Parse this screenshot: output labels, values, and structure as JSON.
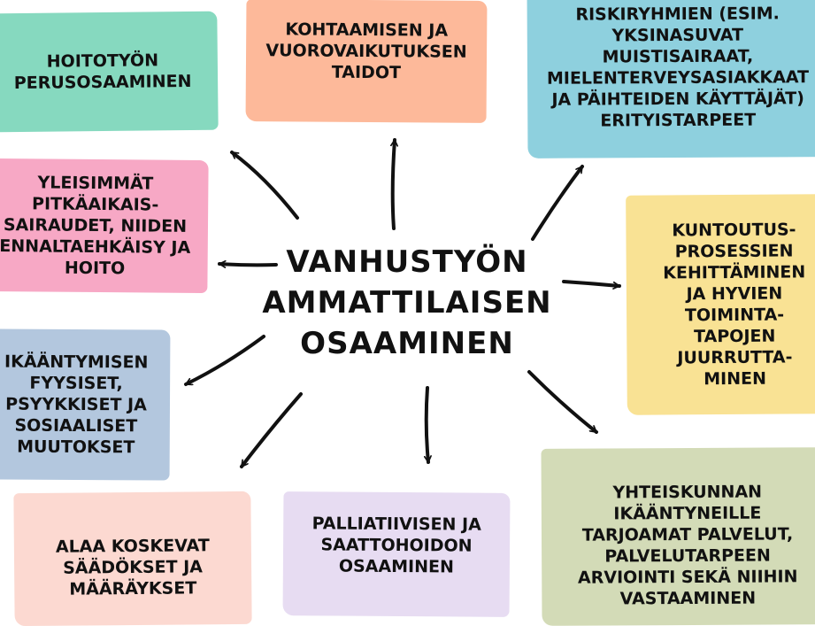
{
  "center": {
    "title": "VANHUSTYÖN\nAMMATTILAISEN\nOSAAMINEN"
  },
  "cards": {
    "hoitotyo": {
      "text": "HOITOTYÖN\nPERUSOSAAMINEN",
      "color": "#86d9bf"
    },
    "kohtaaminen": {
      "text": "KOHTAAMISEN JA\nVUOROVAIKUTUKSEN\nTAIDOT",
      "color": "#fdb99a"
    },
    "riskiryhmat": {
      "text": "RISKIRYHMIEN (ESIM.\nYKSINASUVAT\nMUISTISAIRAAT,\nMIELENTERVEYSASIAKKAAT\nJA PÄIHTEIDEN KÄYTTÄJÄT)\nERITYISTARPEET",
      "color": "#8ed0de"
    },
    "pitkaaikais": {
      "text": "YLEISIMMÄT\nPITKÄAIKAIS-\nSAIRAUDET, NIIDEN\nENNALTAEHKÄISY JA\nHOITO",
      "color": "#f7a8c5"
    },
    "kuntoutus": {
      "text": "KUNTOUTUS-\nPROSESSIEN\nKEHITTÄMINEN\nJA HYVIEN\nTOIMINTA-\nTAPOJEN\nJUURRUTTA-\nMINEN",
      "color": "#f9e294"
    },
    "ikaantyminen": {
      "text": "IKÄÄNTYMISEN\nFYYSISET,\nPSYYKKISET JA\nSOSIAALISET\nMUUTOKSET",
      "color": "#b3c7de"
    },
    "saadokset": {
      "text": "ALAA KOSKEVAT\nSÄÄDÖKSET JA\nMÄÄRÄYKSET",
      "color": "#fcd9d1"
    },
    "palliatiivinen": {
      "text": "PALLIATIIVISEN JA\nSAATTOHOIDON\nOSAAMINEN",
      "color": "#e7dcf2"
    },
    "yhteiskunta": {
      "text": "YHTEISKUNNAN\nIKÄÄNTYNEILLE\nTARJOAMAT PALVELUT,\nPALVELUTARPEEN\nARVIOINTI SEKÄ NIIHIN\nVASTAAMINEN",
      "color": "#d3dbb7"
    }
  }
}
